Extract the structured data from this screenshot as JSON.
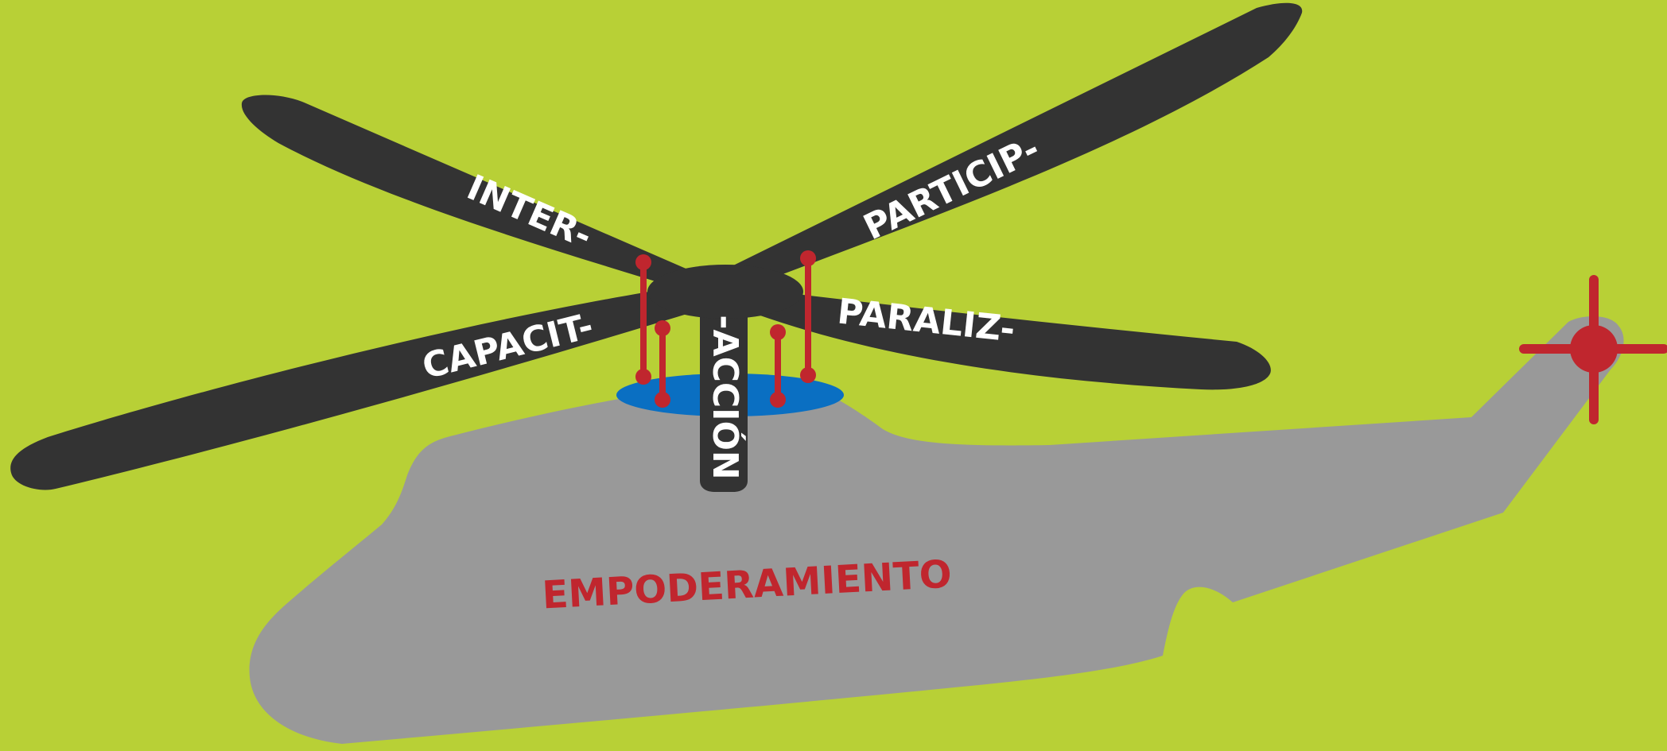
{
  "colors": {
    "background": "#b8d036",
    "fuselage": "#999999",
    "rotor": "#333333",
    "accent": "#c0262e",
    "hub_ring": "#0a6fc2",
    "blade_text": "#ffffff"
  },
  "blades": {
    "inter": "INTER-",
    "particip": "PARTICIP-",
    "capacit": "CAPACIT-",
    "paraliz": "PARALIZ-",
    "accion": "-ACCIÓN"
  },
  "fuselage": {
    "label": "EMPODERAMIENTO"
  }
}
